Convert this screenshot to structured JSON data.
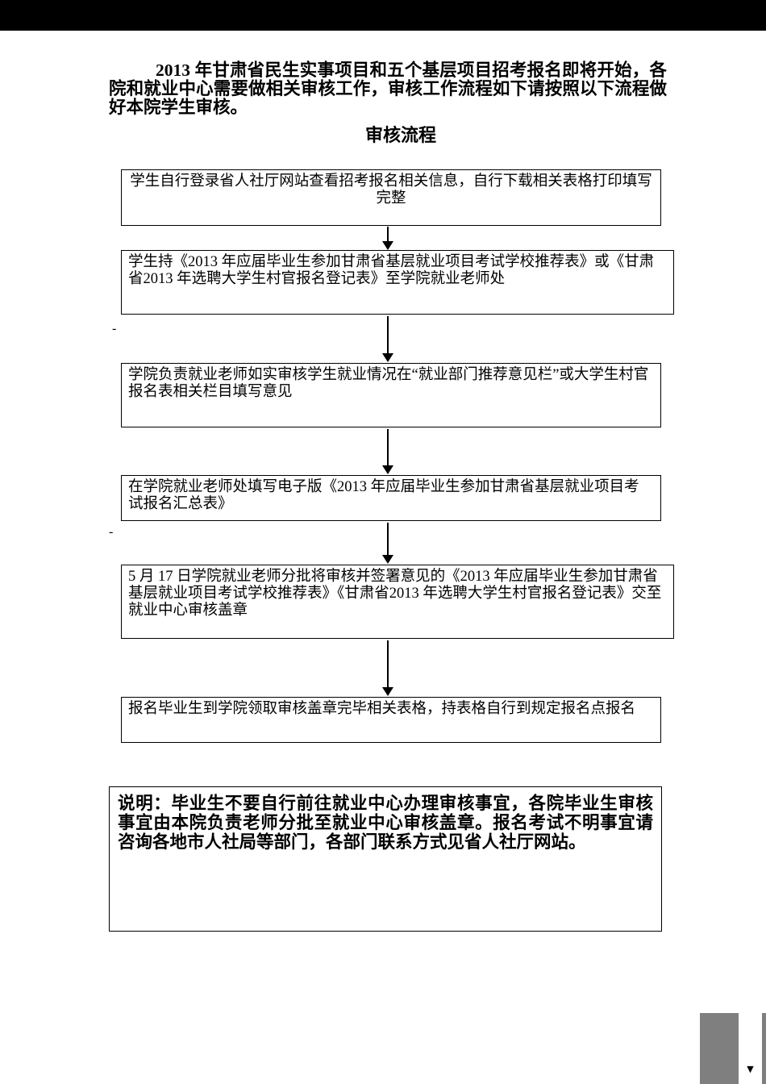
{
  "document": {
    "intro": "2013 年甘肃省民生实事项目和五个基层项目招考报名即将开始，各院和就业中心需要做相关审核工作，审核工作流程如下请按照以下流程做好本院学生审核。",
    "title": "审核流程"
  },
  "flowchart": {
    "steps": [
      {
        "text": "学生自行登录省人社厅网站查看招考报名相关信息，自行下载相关表格打印填写完整"
      },
      {
        "text": "学生持《2013 年应届毕业生参加甘肃省基层就业项目考试学校推荐表》或《甘肃省2013 年选聘大学生村官报名登记表》至学院就业老师处"
      },
      {
        "text": "学院负责就业老师如实审核学生就业情况在“就业部门推荐意见栏”或大学生村官报名表相关栏目填写意见"
      },
      {
        "text": "在学院就业老师处填写电子版《2013 年应届毕业生参加甘肃省基层就业项目考试报名汇总表》"
      },
      {
        "text": "5 月 17 日学院就业老师分批将审核并签署意见的《2013 年应届毕业生参加甘肃省基层就业项目考试学校推荐表》《甘肃省2013 年选聘大学生村官报名登记表》交至就业中心审核盖章"
      },
      {
        "text": "报名毕业生到学院领取审核盖章完毕相关表格，持表格自行到规定报名点报名"
      }
    ]
  },
  "note": "说明：毕业生不要自行前往就业中心办理审核事宜，各院毕业生审核事宜由本院负责老师分批至就业中心审核盖章。报名考试不明事宜请咨询各地市人社局等部门，各部门联系方式见省人社厅网站。",
  "marks": {
    "dash": "-"
  },
  "icons": {
    "scroll_down": "▼"
  },
  "colors": {
    "top_bar": "#000000",
    "corner_background": "#7f7f7f",
    "page_background": "#ffffff",
    "text": "#000000",
    "box_border": "#000000"
  }
}
